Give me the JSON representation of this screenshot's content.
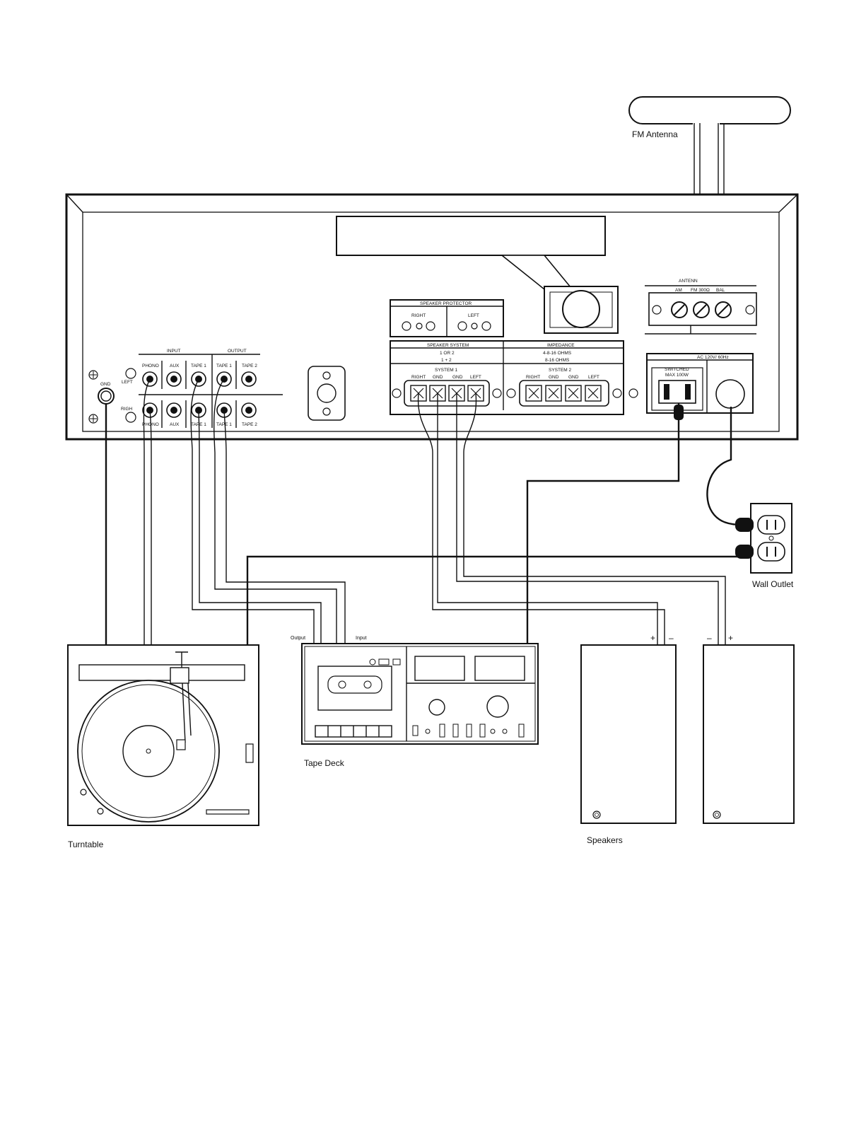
{
  "labels": {
    "fm_antenna": "FM Antenna",
    "wall_outlet": "Wall Outlet",
    "turntable": "Turntable",
    "tape_deck": "Tape Deck",
    "speakers": "Speakers",
    "tape_output": "Output",
    "tape_input": "Input"
  },
  "panel": {
    "gnd": "GND",
    "left": "LEFT",
    "right": "RIGH",
    "input_header": "INPUT",
    "output_header": "OUTPUT",
    "jacks_top": [
      "PHONO",
      "AUX",
      "TAPE 1",
      "TAPE 1",
      "TAPE 2"
    ],
    "jacks_bottom": [
      "PHONO",
      "AUX",
      "TAPE 1",
      "TAPE 1",
      "TAPE 2"
    ],
    "speaker_protector": "SPEAKER PROTECTOR",
    "sp_right": "RIGHT",
    "sp_left": "LEFT",
    "speaker_system": "SPEAKER SYSTEM",
    "ss_mode1": "1 OR 2",
    "ss_mode2": "1 + 2",
    "impedance": "IMPEDANCE",
    "imp1": "4-8-16 OHMS",
    "imp2": "8-16 OHMS",
    "system1": "SYSTEM 1",
    "system2": "SYSTEM 2",
    "terminals": [
      "RIGHT",
      "GND",
      "GND",
      "LEFT"
    ],
    "antenna": "ANTENN",
    "am": "AM",
    "fm": "FM 300Ω",
    "bal": "BAL",
    "ac": "AC 120V/ 60Hz",
    "switched": "SWITCHED",
    "max": "MAX 100W"
  },
  "polarity": {
    "p1": "+",
    "m1": "–",
    "m2": "–",
    "p2": "+"
  }
}
